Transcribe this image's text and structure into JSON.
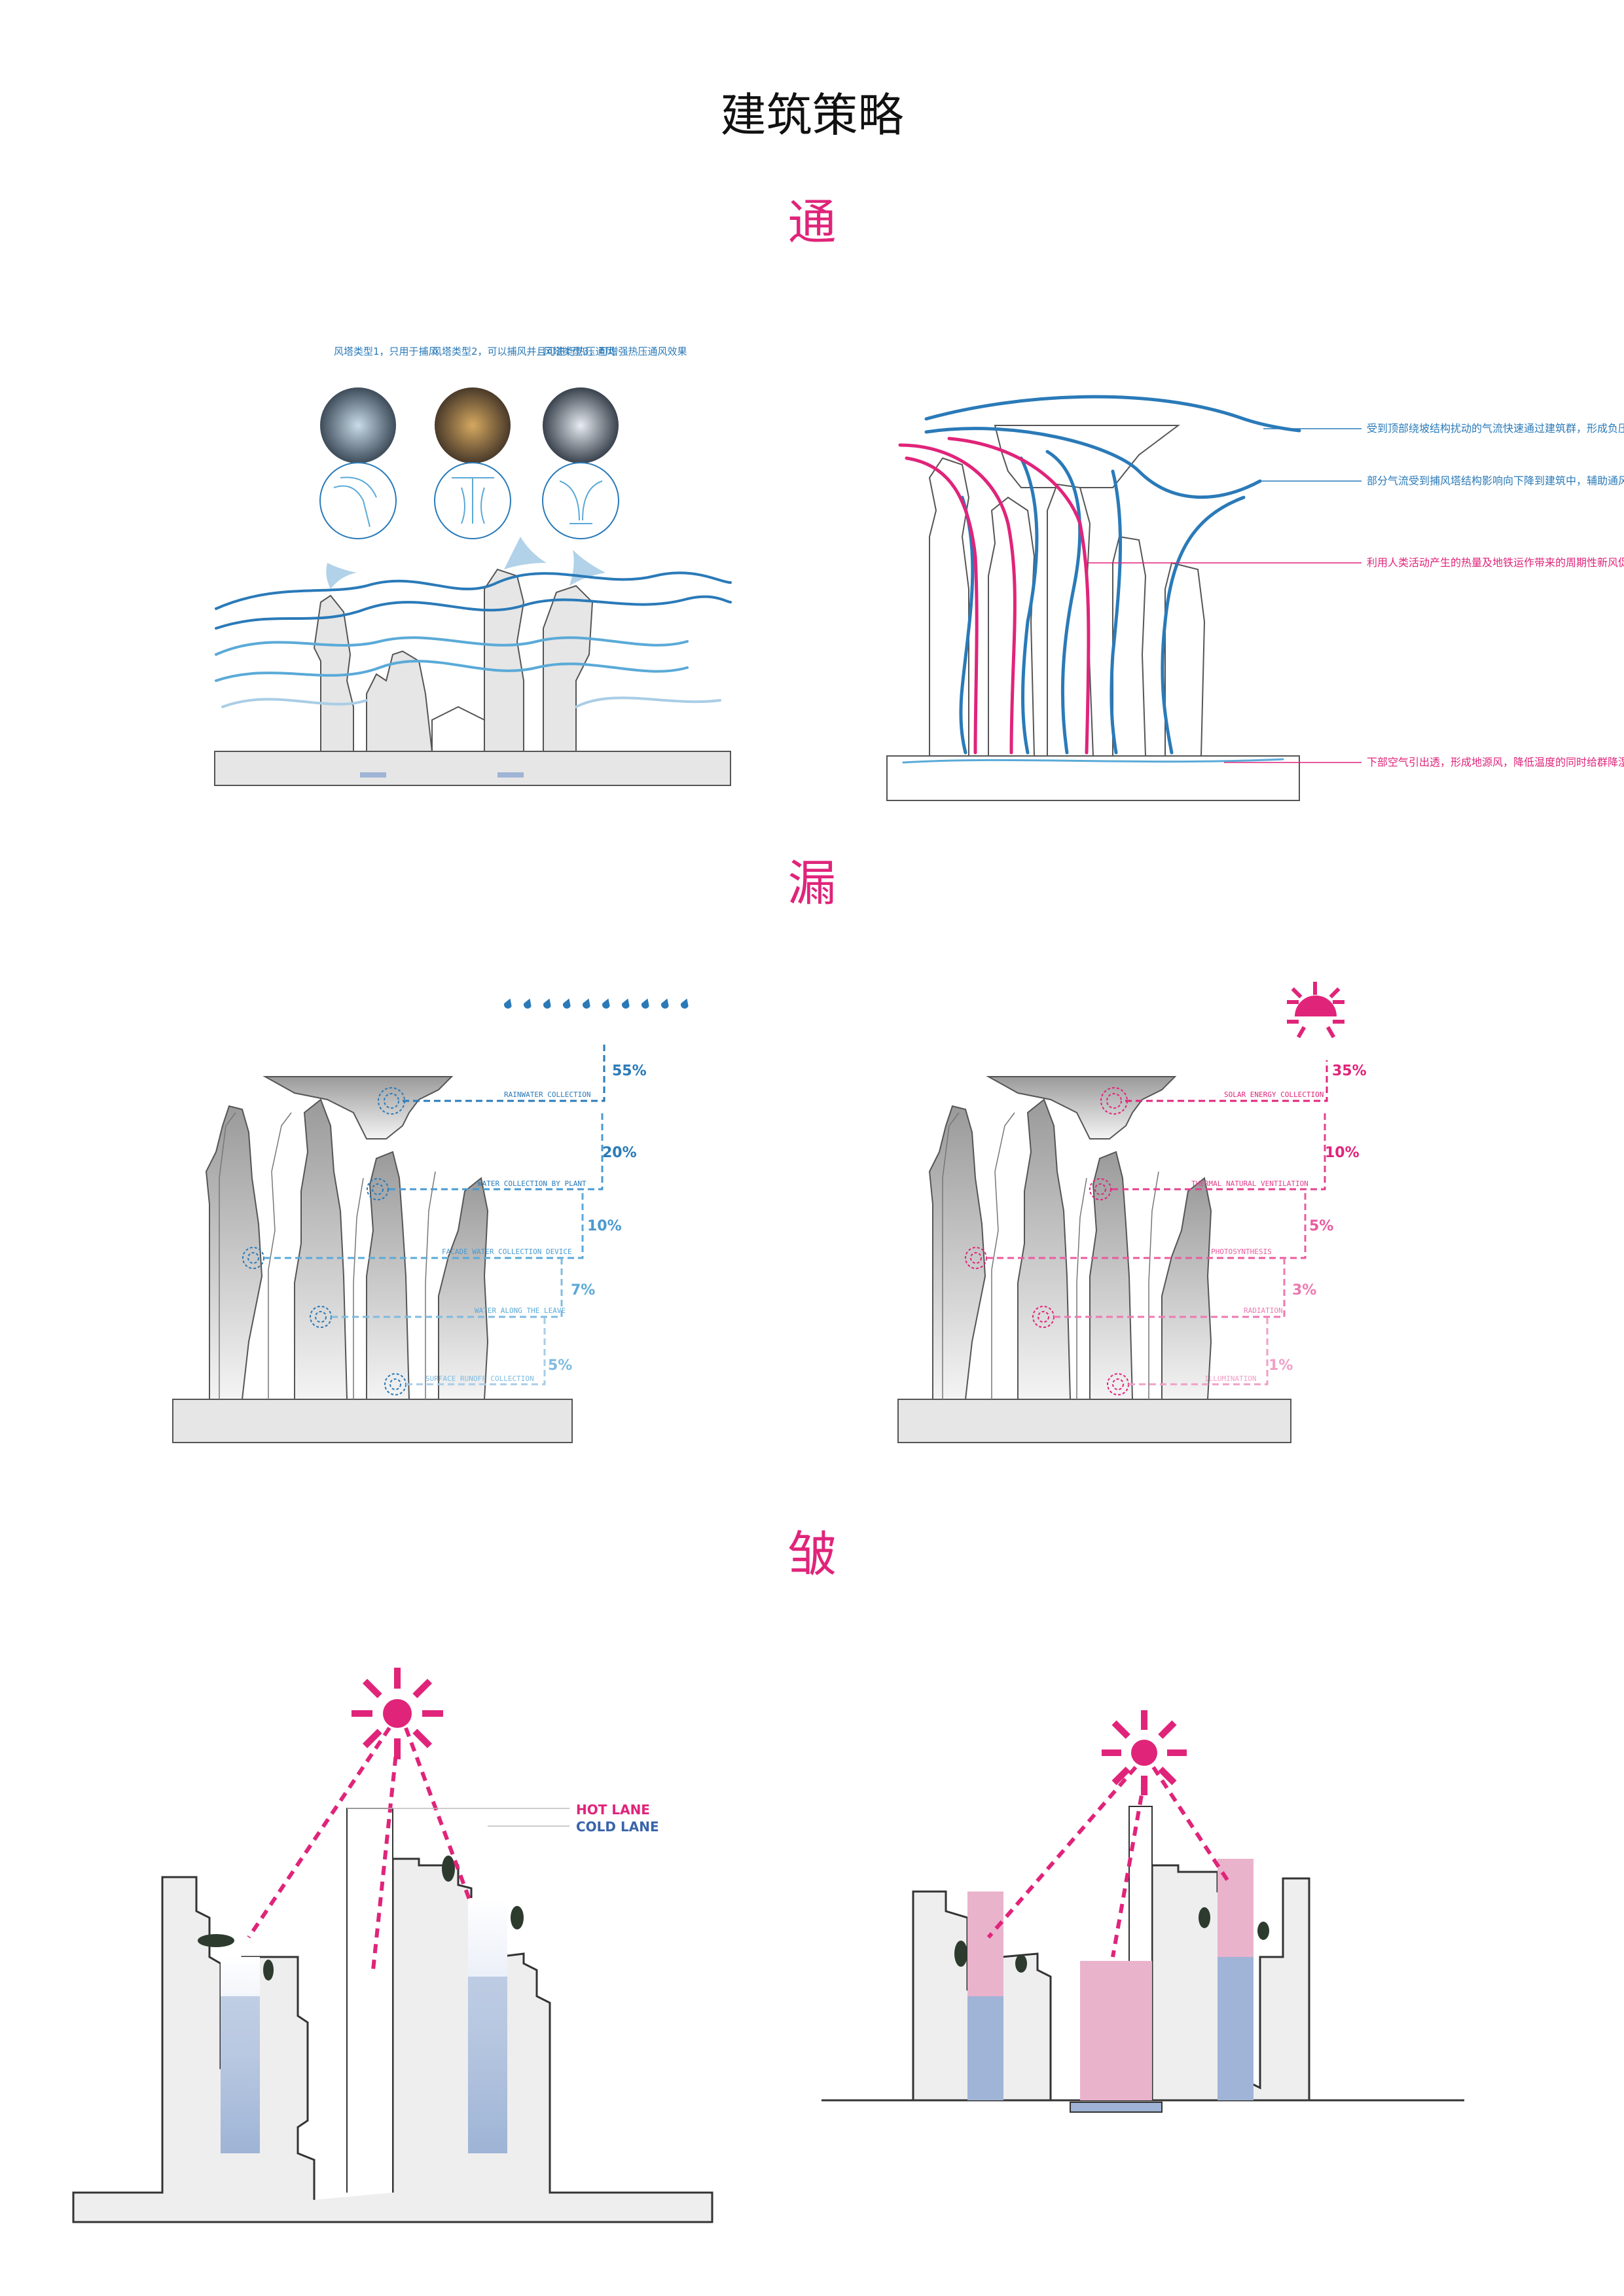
{
  "page_title": "建筑策略",
  "sections": {
    "tong": "通",
    "lou": "漏",
    "po": "皱"
  },
  "tong_left": {
    "types": [
      {
        "label": "风塔类型1，只用于捕风"
      },
      {
        "label": "风塔类型2，可以捕风并且可进行热压通风"
      },
      {
        "label": "风塔类型3，可增强热压通风效果"
      }
    ]
  },
  "tong_right": {
    "notes": [
      "受到顶部绕坡结构扰动的气流快速通过建筑群，形成负压区，造成诱导效应强化热压通风",
      "部分气流受到捕风塔结构影响向下降到建筑中，辅助通风",
      "利用人类活动产生的热量及地铁运作带来的周期性新风促进热压通风",
      "下部空气引出透，形成地源风，降低温度的同时给群降湿"
    ]
  },
  "lou_left": {
    "labels": [
      "RAINWATER COLLECTION",
      "WATER COLLECTION BY PLANT",
      "FACADE WATER COLLECTION DEVICE",
      "WATER ALONG THE LEAVE",
      "SURFACE RUNOFF COLLECTION"
    ],
    "percents": [
      "55%",
      "20%",
      "10%",
      "7%",
      "5%"
    ]
  },
  "lou_right": {
    "labels": [
      "SOLAR ENERGY COLLECTION",
      "THERMAL NATURAL VENTILATION",
      "PHOTOSYNTHESIS",
      "RADIATION",
      "ILLUMINATION"
    ],
    "percents": [
      "35%",
      "10%",
      "5%",
      "3%",
      "1%"
    ]
  },
  "po_left": {
    "hot_lane": "HOT LANE",
    "cold_lane": "COLD LANE"
  },
  "colors": {
    "magenta": "#e0247a",
    "blue": "#2a7ab8",
    "light_blue": "#5aaad8",
    "grey": "#c8c8c8",
    "pink_fill": "#eab3cc",
    "blue_fill": "#9fb4d6"
  }
}
